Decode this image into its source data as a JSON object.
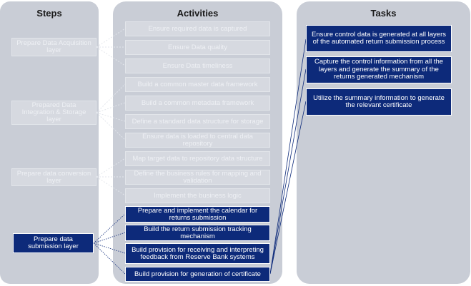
{
  "columns": {
    "steps": "Steps",
    "activities": "Activities",
    "tasks": "Tasks"
  },
  "steps": [
    "Prepare Data Acquisition layer",
    "Prepared Data Integration & Storage layer",
    "Prepare data conversion layer",
    "Prepare data submission layer"
  ],
  "activities": [
    "Ensure required data is captured",
    "Ensure Data quality",
    "Ensure Data timeliness",
    "Build a common master data framework",
    "Build a common metadata framework",
    "Define a standard data structure for storage",
    "Ensure data is loaded to central data repository",
    "Map target data to repository data structure",
    "Define the business rules for mapping and validation",
    "Implement the business logic",
    "Prepare and implement the calendar for returns submission",
    "Build the return submission tracking mechanism",
    "Build provision for receiving and interpreting feedback from Reserve Bank systems",
    "Build provision for generation of certificate"
  ],
  "tasks": [
    "Ensure control data is generated at all layers of the automated return submission process",
    "Capture the control information from all the layers and generate the summary of the returns generated mechanism",
    "Utilize the summary information to generate the relevant certificate"
  ],
  "colors": {
    "accent": "#0d2a7a",
    "panel": "#c9cdd6",
    "faded": "#d6d9e0"
  }
}
